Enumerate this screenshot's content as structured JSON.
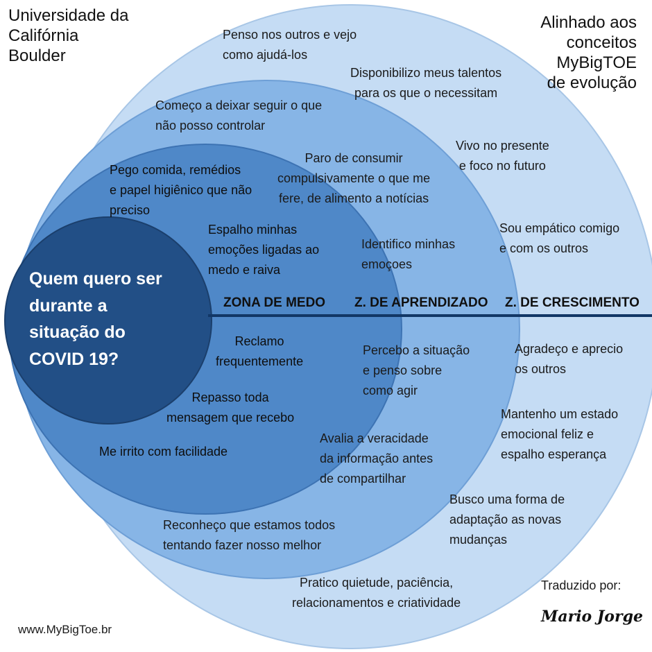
{
  "corner_top_left": "Universidade da\nCalifórnia\nBoulder",
  "corner_top_right": "Alinhado aos\nconceitos\nMyBigTOE\nde evolução",
  "website": "www.MyBigToe.br",
  "translated_by_label": "Traduzido por:",
  "translator_signature": "Mario Jorge",
  "center_question": "Quem quero ser\ndurante a\nsituação do\nCOVID 19?",
  "zones": {
    "fear": "ZONA DE MEDO",
    "learning": "Z. DE APRENDIZADO",
    "growth": "Z. DE CRESCIMENTO"
  },
  "fear_zone_items": [
    "Pego comida, remédios\ne papel higiênico que não\npreciso",
    "Espalho minhas\nemoções ligadas ao\nmedo e raiva",
    "Reclamo\nfrequentemente",
    "Repasso toda\nmensagem que recebo",
    "Me irrito com facilidade"
  ],
  "learning_zone_items": [
    "Começo a deixar seguir o que\nnão posso controlar",
    "Paro de consumir\ncompulsivamente o que me\nfere, de alimento a notícias",
    "Identifico minhas\nemoçoes",
    "Percebo a situação\ne penso sobre\ncomo agir",
    "Avalia a veracidade\nda informação antes\nde compartilhar",
    "Reconheço que estamos todos\ntentando fazer nosso melhor"
  ],
  "growth_zone_items": [
    "Penso nos outros e vejo\ncomo ajudá-los",
    "Disponibilizo meus talentos\npara os que o necessitam",
    "Vivo no presente\ne foco no futuro",
    "Sou empático comigo\ne com os outros",
    "Agradeço e aprecio\nos outros",
    "Mantenho um estado\nemocional feliz e\nespalho esperança",
    "Busco uma forma de\nadaptação as novas\nmudanças",
    "Pratico quietude, paciência,\nrelacionamentos e criatividade"
  ]
}
